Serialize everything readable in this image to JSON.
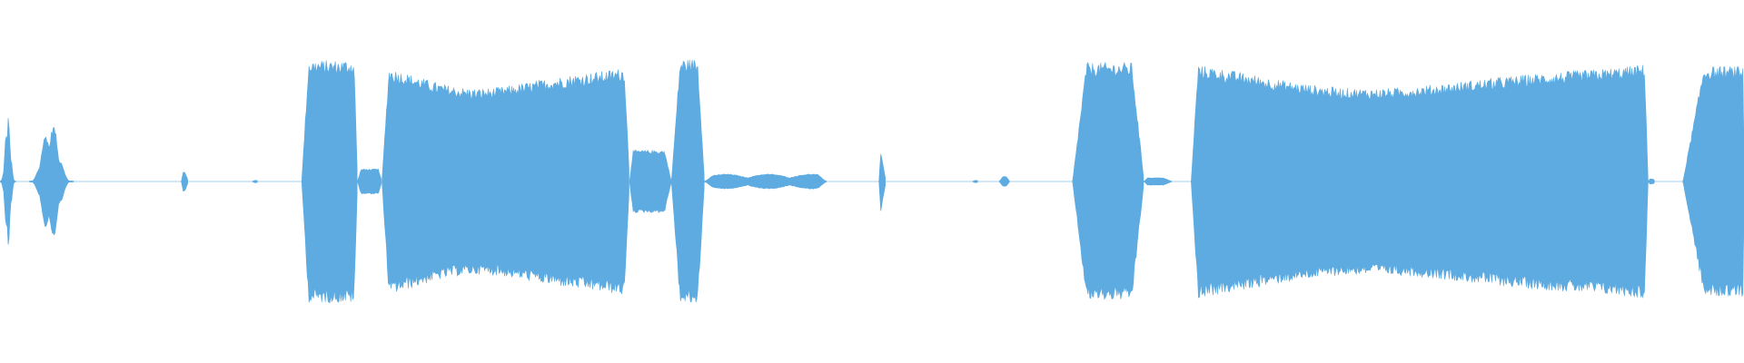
{
  "waveform": {
    "color": "#5dabe1",
    "background": "#ffffff",
    "segments": [
      {
        "start": 0.0,
        "end": 0.009,
        "amplitude": 0.55,
        "attack": 0.004,
        "release": 0.004,
        "shape": "burst"
      },
      {
        "start": 0.017,
        "end": 0.042,
        "amplitude": 0.46,
        "attack": 0.006,
        "release": 0.01,
        "shape": "burst"
      },
      {
        "start": 0.104,
        "end": 0.108,
        "amplitude": 0.08,
        "attack": 0.001,
        "release": 0.002,
        "shape": "blip"
      },
      {
        "start": 0.145,
        "end": 0.148,
        "amplitude": 0.01,
        "attack": 0.001,
        "release": 0.001,
        "shape": "blip"
      },
      {
        "start": 0.173,
        "end": 0.205,
        "amplitude": 0.97,
        "attack": 0.004,
        "release": 0.002,
        "shape": "block"
      },
      {
        "start": 0.205,
        "end": 0.219,
        "amplitude": 0.1,
        "attack": 0.002,
        "release": 0.002,
        "shape": "block"
      },
      {
        "start": 0.219,
        "end": 0.361,
        "amplitude": 0.92,
        "attack": 0.004,
        "release": 0.003,
        "shape": "dip",
        "dipDepth": 0.22
      },
      {
        "start": 0.361,
        "end": 0.385,
        "amplitude": 0.25,
        "attack": 0.002,
        "release": 0.004,
        "shape": "block"
      },
      {
        "start": 0.385,
        "end": 0.404,
        "amplitude": 0.98,
        "attack": 0.005,
        "release": 0.004,
        "shape": "block"
      },
      {
        "start": 0.404,
        "end": 0.474,
        "amplitude": 0.06,
        "attack": 0.004,
        "release": 0.005,
        "shape": "wobble"
      },
      {
        "start": 0.504,
        "end": 0.508,
        "amplitude": 0.25,
        "attack": 0.001,
        "release": 0.003,
        "shape": "blip"
      },
      {
        "start": 0.558,
        "end": 0.561,
        "amplitude": 0.01,
        "attack": 0.001,
        "release": 0.001,
        "shape": "blip"
      },
      {
        "start": 0.573,
        "end": 0.579,
        "amplitude": 0.04,
        "attack": 0.002,
        "release": 0.002,
        "shape": "blip"
      },
      {
        "start": 0.615,
        "end": 0.656,
        "amplitude": 0.95,
        "attack": 0.008,
        "release": 0.007,
        "shape": "block"
      },
      {
        "start": 0.656,
        "end": 0.672,
        "amplitude": 0.03,
        "attack": 0.002,
        "release": 0.005,
        "shape": "blip"
      },
      {
        "start": 0.683,
        "end": 0.945,
        "amplitude": 0.94,
        "attack": 0.004,
        "release": 0.002,
        "shape": "dip",
        "dipDepth": 0.24
      },
      {
        "start": 0.945,
        "end": 0.949,
        "amplitude": 0.02,
        "attack": 0.001,
        "release": 0.001,
        "shape": "blip"
      },
      {
        "start": 0.965,
        "end": 1.0,
        "amplitude": 0.92,
        "attack": 0.012,
        "release": 0.0,
        "shape": "block"
      }
    ]
  }
}
